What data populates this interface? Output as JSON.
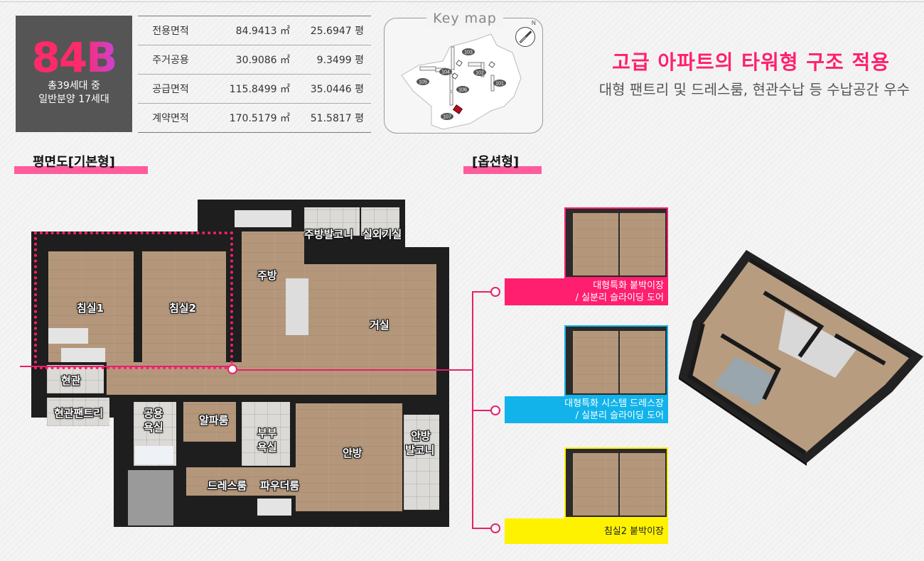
{
  "unit_type": {
    "name": "84B",
    "households_line1": "총39세대 중",
    "households_line2": "일반분양 17세대"
  },
  "area_table": [
    {
      "label": "전용면적",
      "sqm": "84.9413 ㎡",
      "pyeong": "25.6947 평"
    },
    {
      "label": "주거공용",
      "sqm": "30.9086 ㎡",
      "pyeong": "9.3499 평"
    },
    {
      "label": "공급면적",
      "sqm": "115.8499 ㎡",
      "pyeong": "35.0446 평"
    },
    {
      "label": "계약면적",
      "sqm": "170.5179 ㎡",
      "pyeong": "51.5817 평"
    }
  ],
  "keymap": {
    "title": "Key map",
    "buildings": [
      "103",
      "104",
      "102",
      "105",
      "106",
      "101",
      "107"
    ]
  },
  "headline": "고급 아파트의 타워형 구조 적용",
  "subline": "대형 팬트리 및 드레스룸, 현관수납 등 수납공간 우수",
  "sections": {
    "basic": "평면도[기본형]",
    "option": "[옵션형]"
  },
  "rooms": {
    "bedroom1": "침실1",
    "bedroom2": "침실2",
    "kitchen": "주방",
    "kitchen_balcony": "주방발코니",
    "outdoor_unit_room": "실외기실",
    "living_room": "거실",
    "entrance": "현관",
    "entrance_pantry": "현관팬트리",
    "common_bath_1": "공용",
    "common_bath_2": "욕실",
    "alpha_room": "알파룸",
    "master_bath_1": "부부",
    "master_bath_2": "욕실",
    "master_bedroom": "안방",
    "master_balcony_1": "안방",
    "master_balcony_2": "발코니",
    "dressroom": "드레스룸",
    "powder_room": "파우더룸"
  },
  "options": [
    {
      "line1": "대형특화 붙박이장",
      "line2": "/ 실분리 슬라이딩 도어",
      "color": "#ff1f6e",
      "text_color": "#ffffff"
    },
    {
      "line1": "대형특화 시스템 드레스장",
      "line2": "/ 실분리 슬라이딩 도어",
      "color": "#12b3ea",
      "text_color": "#ffffff"
    },
    {
      "line1": "침실2 붙박이장",
      "line2": "",
      "color": "#fff200",
      "text_color": "#222222"
    }
  ],
  "colors": {
    "accent_pink": "#ff1f6e",
    "accent_blue": "#12b3ea",
    "accent_yellow": "#fff200"
  }
}
